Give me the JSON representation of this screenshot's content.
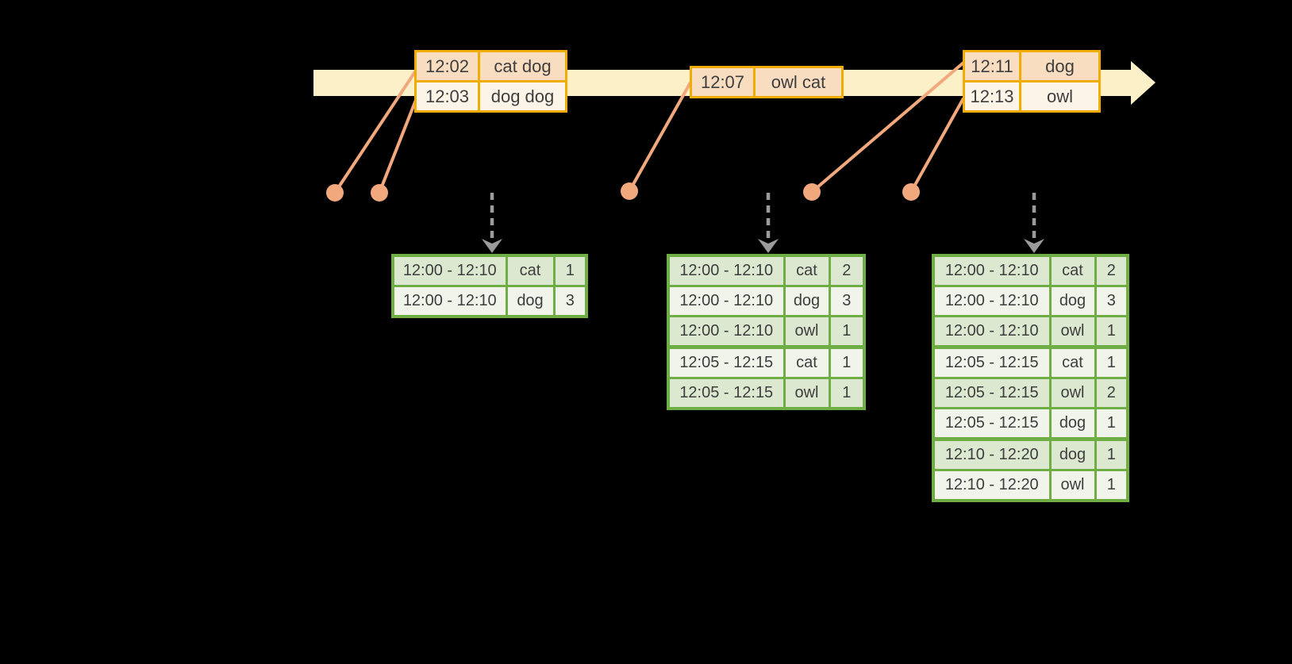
{
  "colors": {
    "background": "#000000",
    "timeline_band": "#FBF0C7",
    "event_table_border": "#F0AC00",
    "event_row_peach": "#F8DDC0",
    "event_row_cream": "#FDF4E8",
    "connector_salmon": "#F2A87D",
    "trigger_arrow_gray": "#9B9B9B",
    "result_table_border": "#6FAE44",
    "result_row_dark": "#DDE8D1",
    "result_row_light": "#F0F4EB",
    "text": "#3E3E3E"
  },
  "event_tables": [
    {
      "rows": [
        {
          "time": "12:02",
          "words": "cat dog"
        },
        {
          "time": "12:03",
          "words": "dog dog"
        }
      ]
    },
    {
      "rows": [
        {
          "time": "12:07",
          "words": "owl cat"
        }
      ]
    },
    {
      "rows": [
        {
          "time": "12:11",
          "words": "dog"
        },
        {
          "time": "12:13",
          "words": "owl"
        }
      ]
    }
  ],
  "result_tables": [
    {
      "rows": [
        {
          "window": "12:00 - 12:10",
          "word": "cat",
          "count": "1"
        },
        {
          "window": "12:00 - 12:10",
          "word": "dog",
          "count": "3"
        }
      ]
    },
    {
      "rows": [
        {
          "window": "12:00 - 12:10",
          "word": "cat",
          "count": "2"
        },
        {
          "window": "12:00 - 12:10",
          "word": "dog",
          "count": "3"
        },
        {
          "window": "12:00 - 12:10",
          "word": "owl",
          "count": "1"
        },
        {
          "window": "12:05 - 12:15",
          "word": "cat",
          "count": "1"
        },
        {
          "window": "12:05 - 12:15",
          "word": "owl",
          "count": "1"
        }
      ]
    },
    {
      "rows": [
        {
          "window": "12:00 - 12:10",
          "word": "cat",
          "count": "2"
        },
        {
          "window": "12:00 - 12:10",
          "word": "dog",
          "count": "3"
        },
        {
          "window": "12:00 - 12:10",
          "word": "owl",
          "count": "1"
        },
        {
          "window": "12:05 - 12:15",
          "word": "cat",
          "count": "1"
        },
        {
          "window": "12:05 - 12:15",
          "word": "owl",
          "count": "2"
        },
        {
          "window": "12:05 - 12:15",
          "word": "dog",
          "count": "1"
        },
        {
          "window": "12:10 - 12:20",
          "word": "dog",
          "count": "1"
        },
        {
          "window": "12:10 - 12:20",
          "word": "owl",
          "count": "1"
        }
      ]
    }
  ]
}
